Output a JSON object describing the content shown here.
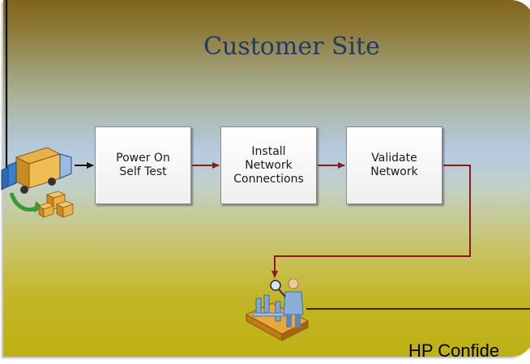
{
  "title": "Customer Site",
  "steps": [
    {
      "label": "Power On\nSelf Test"
    },
    {
      "label": "Install\nNetwork\nConnections"
    },
    {
      "label": "Validate\nNetwork"
    }
  ],
  "footer": "HP Confide",
  "colors": {
    "title": "#1f3a6b",
    "flow_arrow": "#8b1a1a",
    "line_black": "#1a1a1a"
  },
  "icons": [
    "delivery-truck-icon",
    "inspector-icon"
  ]
}
